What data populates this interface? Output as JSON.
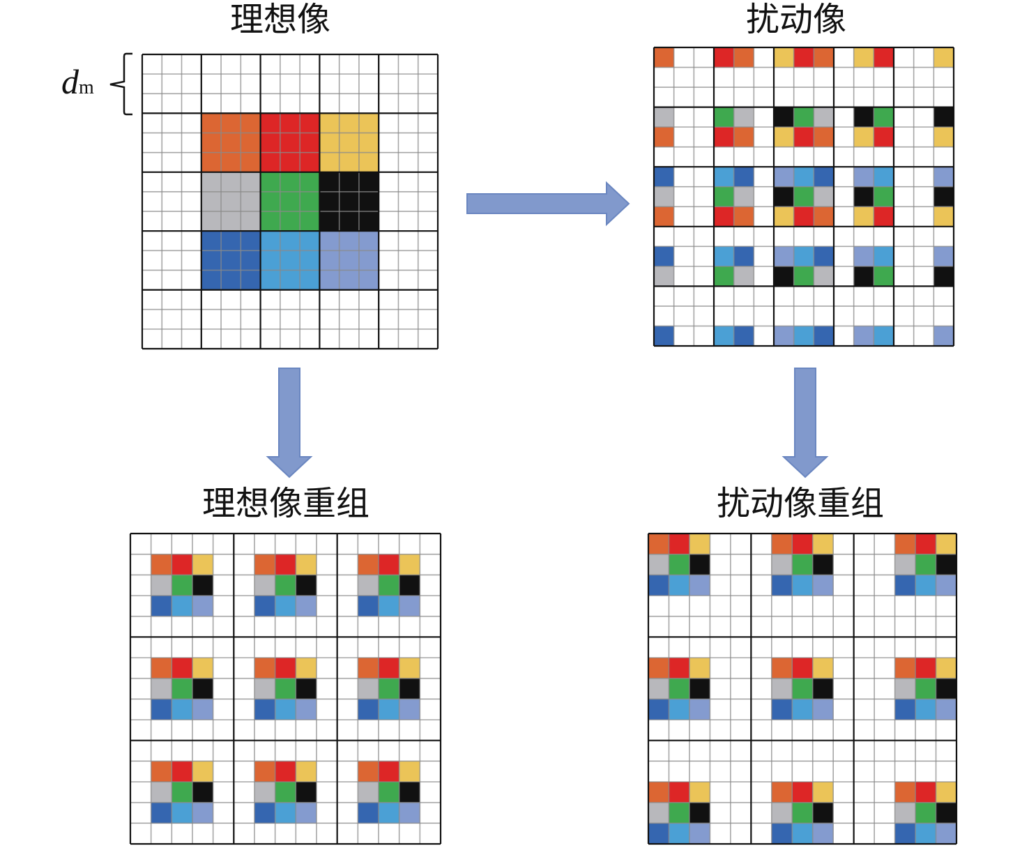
{
  "titles": {
    "ideal": "理想像",
    "perturbed": "扰动像",
    "ideal_recon": "理想像重组",
    "perturbed_recon": "扰动像重组"
  },
  "annotation": {
    "symbol": "d",
    "subscript": "m"
  },
  "colors": {
    "pattern": [
      [
        "#dc6633",
        "#dd2626",
        "#ebc458"
      ],
      [
        "#b8b8bc",
        "#3fa94f",
        "#111111"
      ],
      [
        "#3566b0",
        "#4ba0d5",
        "#849bcf"
      ]
    ],
    "arrow_fill": "#8199cc",
    "arrow_stroke": "#6a86c0",
    "grid_line": "#888888",
    "major_line": "#111111"
  },
  "grids": {
    "cells": 15,
    "ideal_block": 3,
    "recon_block": 5
  }
}
